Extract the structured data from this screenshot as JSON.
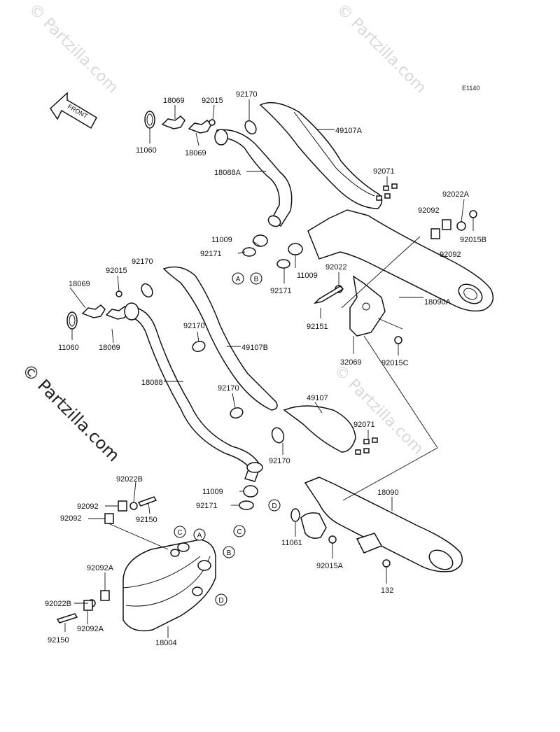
{
  "diagram_code": "E1140",
  "front_label": "FRONT",
  "watermark": "© Partzilla.com",
  "parts": {
    "p18069_top_a": "18069",
    "p92015_top": "92015",
    "p92170_top": "92170",
    "p11060_top": "11060",
    "p18069_top_b": "18069",
    "p49107A": "49107A",
    "p18088A": "18088A",
    "p92071_top": "92071",
    "p92022A": "92022A",
    "p92092_a": "92092",
    "p92015B": "92015B",
    "p92092_b": "92092",
    "p11009_top": "11009",
    "p92171_top_a": "92171",
    "p11009_mid": "11009",
    "p92171_top_b": "92171",
    "p92022": "92022",
    "p18090A": "18090A",
    "p92151": "92151",
    "p32069": "32069",
    "p92015C": "92015C",
    "p92170_mid": "92170",
    "p92015_mid": "92015",
    "p18069_mid_a": "18069",
    "p11060_mid": "11060",
    "p18069_mid_b": "18069",
    "p92170_mid2": "92170",
    "p49107B": "49107B",
    "p18088": "18088",
    "p92170_low": "92170",
    "p49107": "49107",
    "p92071_low": "92071",
    "p92170_low2": "92170",
    "p11009_low": "11009",
    "p92171_low": "92171",
    "p18090": "18090",
    "p92022B_a": "92022B",
    "p92092_c": "92092",
    "p92150_a": "92150",
    "p92092_d": "92092",
    "p11061": "11061",
    "p92015A": "92015A",
    "p92092A_a": "92092A",
    "p92022B_b": "92022B",
    "p132": "132",
    "p92092A_b": "92092A",
    "p92150_b": "92150",
    "p18004": "18004"
  },
  "callouts": {
    "A": "A",
    "B": "B",
    "C": "C",
    "D": "D"
  }
}
